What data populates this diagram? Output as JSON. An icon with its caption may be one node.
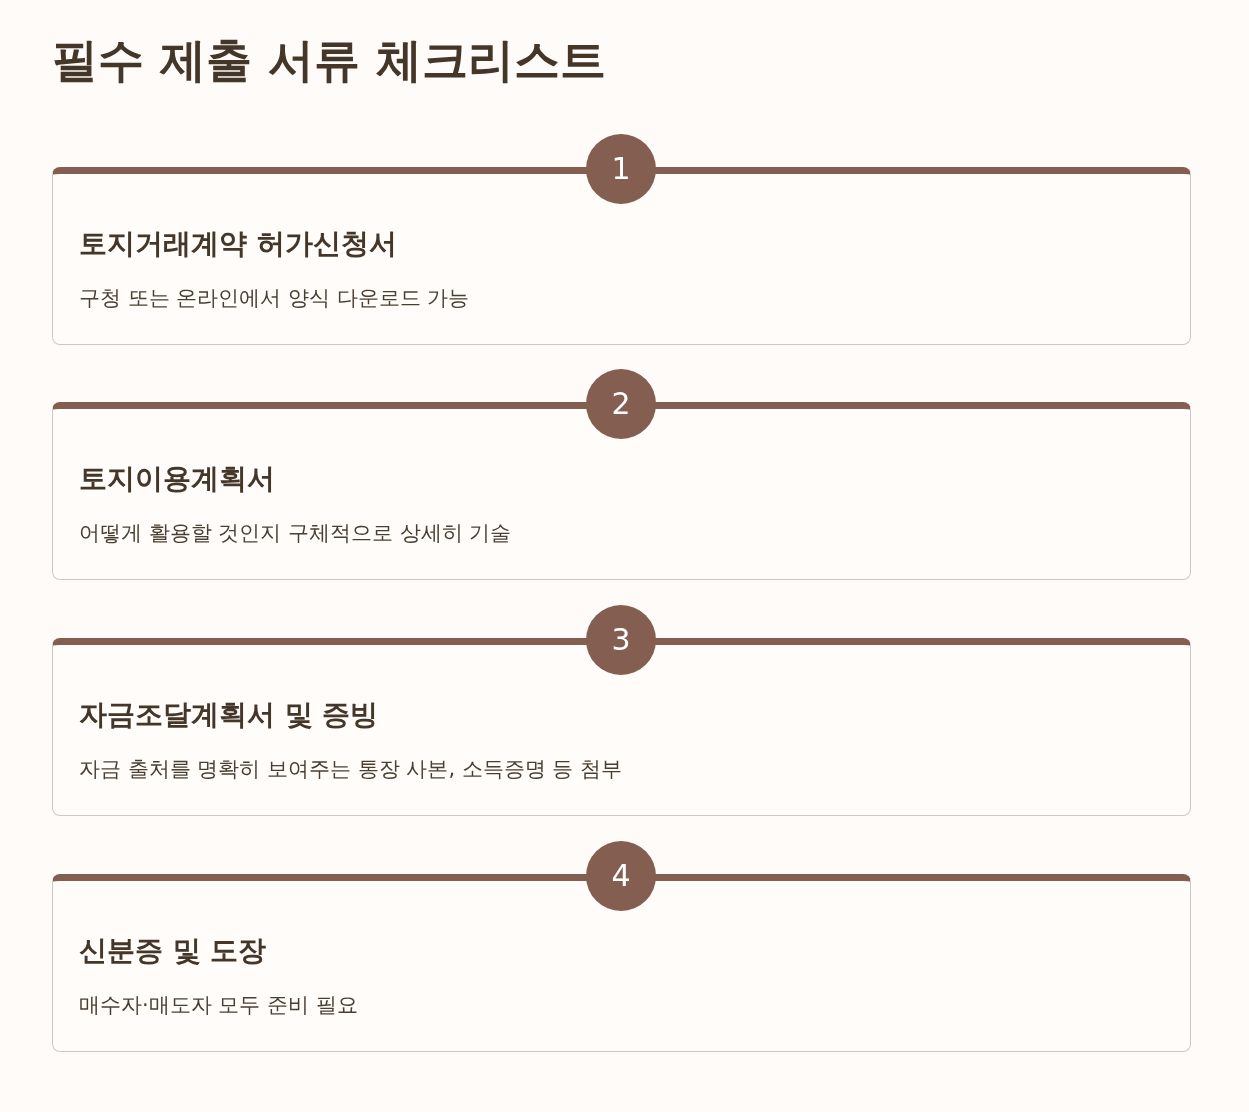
{
  "diagram": {
    "title": "필수 제출 서류 체크리스트",
    "nodes": [
      {
        "text": [
          "1"
        ]
      },
      {
        "text": [
          "토지거래계약 허가신청서",
          "구청 또는 온라인에서 양식 다운로드 가능"
        ]
      },
      {
        "text": [
          "2"
        ]
      },
      {
        "text": [
          "토지이용계획서",
          "어떻게 활용할 것인지 구체적으로 상세히 기술"
        ]
      },
      {
        "text": [
          "3"
        ]
      },
      {
        "text": [
          "자금조달계획서 및 증빙",
          "자금 출처를 명확히 보여주는 통장 사본, 소득증명 등 첨부"
        ]
      },
      {
        "text": [
          "4"
        ]
      },
      {
        "text": [
          "신분증 및 도장",
          "매수자·매도자 모두 준비 필요"
        ]
      }
    ]
  }
}
